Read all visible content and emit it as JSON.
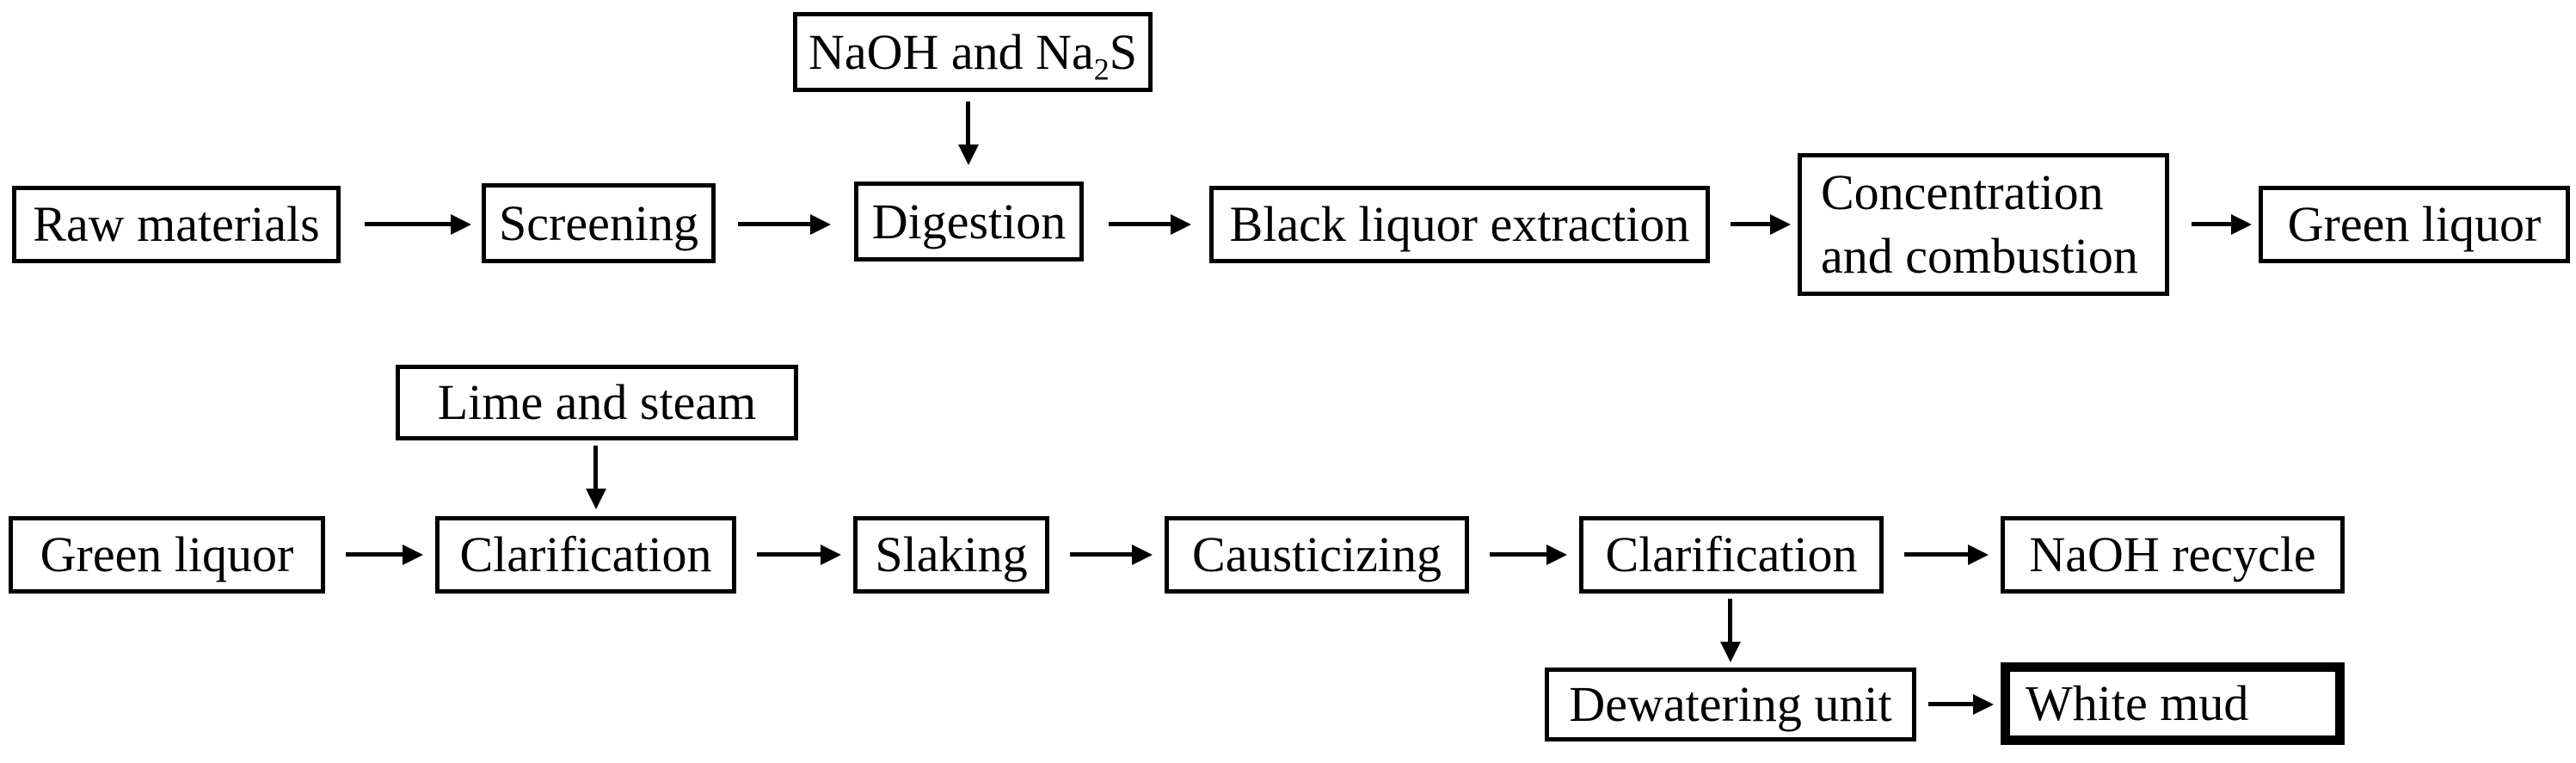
{
  "diagram": {
    "description": "Process flow diagram of kraft pulping chemical recovery",
    "colors": {
      "background": "#ffffff",
      "line": "#000000",
      "text": "#000000"
    },
    "nodes": {
      "naoh_and_na2s": {
        "label_pre": "NaOH and Na",
        "label_sub": "2",
        "label_post": "S"
      },
      "raw_materials": {
        "label": "Raw materials"
      },
      "screening": {
        "label": "Screening"
      },
      "digestion": {
        "label": "Digestion"
      },
      "black_liquor_extraction": {
        "label": "Black liquor extraction"
      },
      "concentration_and_combustion": {
        "line1": "Concentration",
        "line2": "and combustion"
      },
      "green_liquor_out": {
        "label": "Green liquor"
      },
      "lime_and_steam": {
        "label": "Lime and steam"
      },
      "green_liquor_in": {
        "label": "Green liquor"
      },
      "clarification_1": {
        "label": "Clarification"
      },
      "slaking": {
        "label": "Slaking"
      },
      "causticizing": {
        "label": "Causticizing"
      },
      "clarification_2": {
        "label": "Clarification"
      },
      "naoh_recycle": {
        "label": "NaOH recycle"
      },
      "dewatering_unit": {
        "label": "Dewatering unit"
      },
      "white_mud": {
        "label": "White mud"
      }
    },
    "edges": [
      {
        "from": "raw_materials",
        "to": "screening"
      },
      {
        "from": "screening",
        "to": "digestion"
      },
      {
        "from": "naoh_and_na2s",
        "to": "digestion"
      },
      {
        "from": "digestion",
        "to": "black_liquor_extraction"
      },
      {
        "from": "black_liquor_extraction",
        "to": "concentration_and_combustion"
      },
      {
        "from": "concentration_and_combustion",
        "to": "green_liquor_out"
      },
      {
        "from": "green_liquor_in",
        "to": "clarification_1"
      },
      {
        "from": "lime_and_steam",
        "to": "clarification_1"
      },
      {
        "from": "clarification_1",
        "to": "slaking"
      },
      {
        "from": "slaking",
        "to": "causticizing"
      },
      {
        "from": "causticizing",
        "to": "clarification_2"
      },
      {
        "from": "clarification_2",
        "to": "naoh_recycle"
      },
      {
        "from": "clarification_2",
        "to": "dewatering_unit"
      },
      {
        "from": "dewatering_unit",
        "to": "white_mud"
      }
    ]
  }
}
